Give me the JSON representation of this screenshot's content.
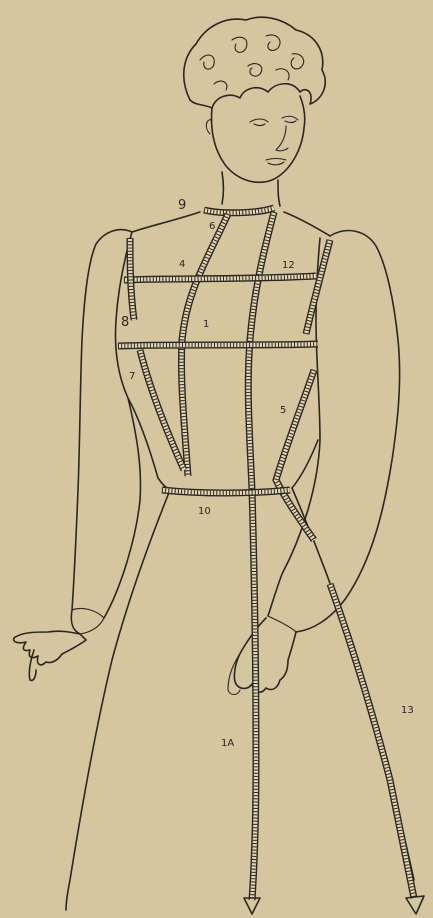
{
  "labels": {
    "l9": "9",
    "l6": "6",
    "l4": "4",
    "l12": "12",
    "l8": "8",
    "l1": "1",
    "l7": "7",
    "l5": "5",
    "l10": "10",
    "l1a": "1A",
    "l13": "13"
  },
  "colors": {
    "paper": "#d6c69f",
    "ink": "#2b2721",
    "tape": "#e4d6b4"
  }
}
